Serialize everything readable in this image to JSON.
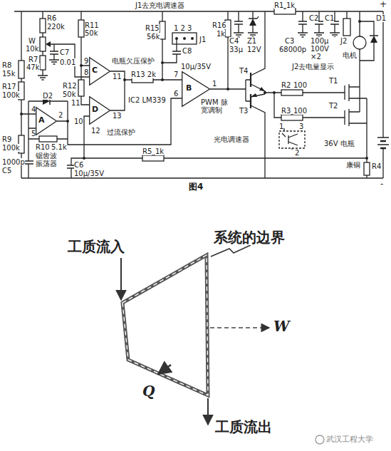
{
  "diagram": {
    "caption": "图4",
    "nodes": [
      {
        "text": [
          "C",
          "电瓶欠压保护"
        ]
      },
      {
        "text": [
          "B",
          "PWM 脉宽调制"
        ]
      },
      {
        "text": [
          "D",
          "过流保护"
        ]
      },
      {
        "text": [
          "A",
          "锯齿波 振荡器"
        ]
      }
    ],
    "edges": [
      {
        "from": 0,
        "to": 2,
        "arrow": "none"
      }
    ],
    "labels": [
      "J1去充电调速器",
      "R1",
      "1k",
      "+",
      "R6",
      "220k",
      "W",
      "10k",
      "R7",
      "47k",
      "C7",
      "0.01",
      "R11",
      "50k",
      "9",
      "8",
      "11",
      "R13 2k",
      "R15",
      "56k",
      "1 2 3",
      "J1",
      "C8",
      "10μ/35V",
      "R16",
      "1k",
      "C4",
      "33μ",
      "Z1",
      "12V",
      "C3",
      "68000p",
      "C2",
      "C1",
      "100μ 100V ×2",
      "J2",
      "D1",
      "电机",
      "J2去电量显示",
      "R8",
      "15k",
      "R17",
      "100k",
      "R12",
      "50k",
      "11",
      "10",
      "13",
      "12",
      "IC2 LM339",
      "7",
      "6",
      "1",
      "D2",
      "4",
      "5",
      "2",
      "R10",
      "5.1k",
      "R9",
      "100k",
      "1000p",
      "C5",
      "C6",
      "10μ/35V",
      "R5",
      "1k",
      "T4",
      "T3",
      "R2",
      "100",
      "R3",
      "100",
      "T1",
      "T2",
      "36V 电瓶",
      "光电调速器",
      "1",
      "3",
      "2",
      "康铜",
      "R4",
      "-",
      "工质流入",
      "系统的边界",
      "W",
      "Q",
      "工质流出",
      "武汉工程大学"
    ]
  }
}
